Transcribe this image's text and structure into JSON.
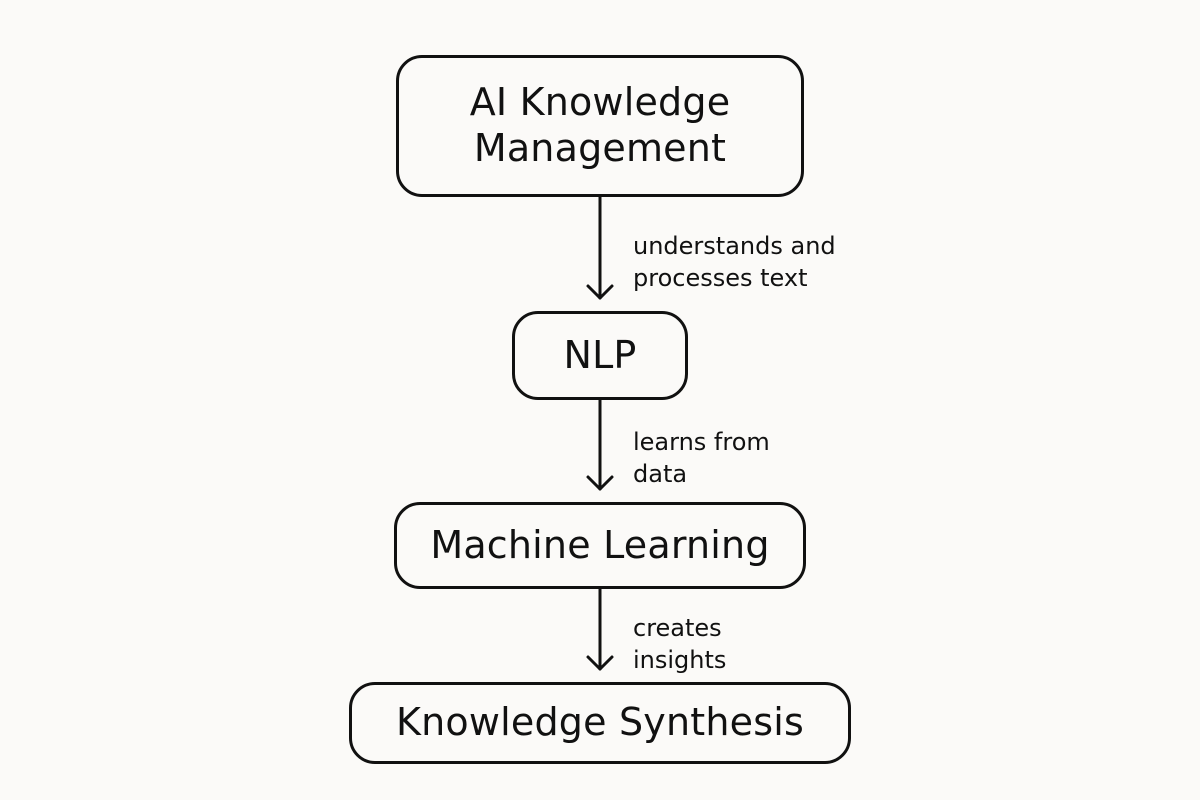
{
  "diagram": {
    "nodes": [
      {
        "id": "ai-knowledge-management",
        "label_line1": "AI Knowledge",
        "label_line2": "Management"
      },
      {
        "id": "nlp",
        "label": "NLP"
      },
      {
        "id": "machine-learning",
        "label": "Machine Learning"
      },
      {
        "id": "knowledge-synthesis",
        "label": "Knowledge Synthesis"
      }
    ],
    "edges": [
      {
        "from": "ai-knowledge-management",
        "to": "nlp",
        "label_line1": "understands and",
        "label_line2": "processes text"
      },
      {
        "from": "nlp",
        "to": "machine-learning",
        "label_line1": "learns from",
        "label_line2": "data"
      },
      {
        "from": "machine-learning",
        "to": "knowledge-synthesis",
        "label_line1": "creates",
        "label_line2": "insights"
      }
    ]
  }
}
